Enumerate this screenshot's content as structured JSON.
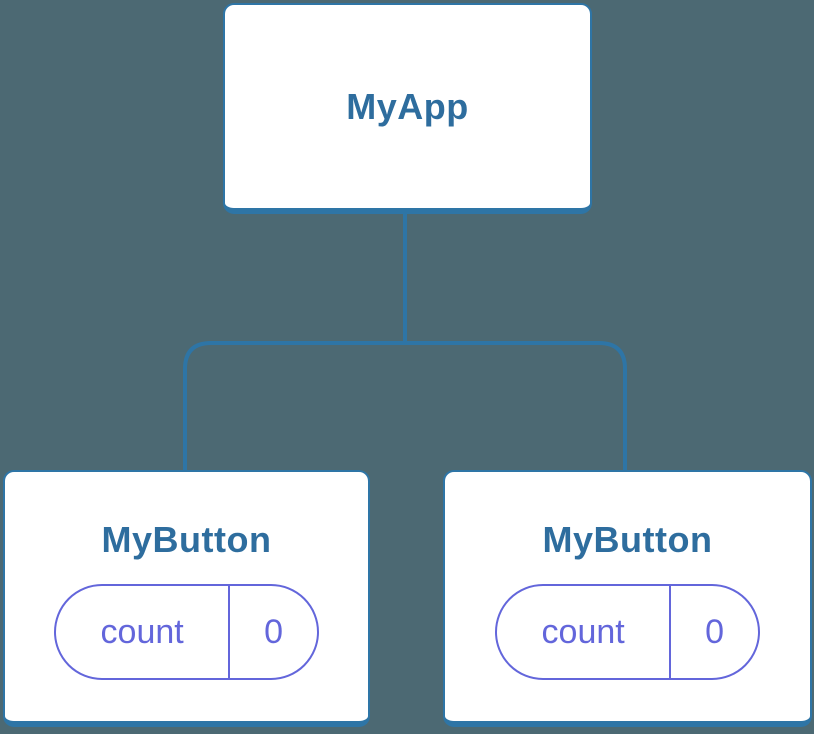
{
  "diagram": {
    "type": "component-tree",
    "root": {
      "label": "MyApp"
    },
    "children": [
      {
        "label": "MyButton",
        "state": {
          "key": "count",
          "value": "0"
        }
      },
      {
        "label": "MyButton",
        "state": {
          "key": "count",
          "value": "0"
        }
      }
    ]
  },
  "colors": {
    "background": "#4C6973",
    "node_bg": "#FFFFFF",
    "stroke_blue": "#2E75A6",
    "title_blue": "#2E6D9E",
    "state_purple": "#6366DB"
  }
}
